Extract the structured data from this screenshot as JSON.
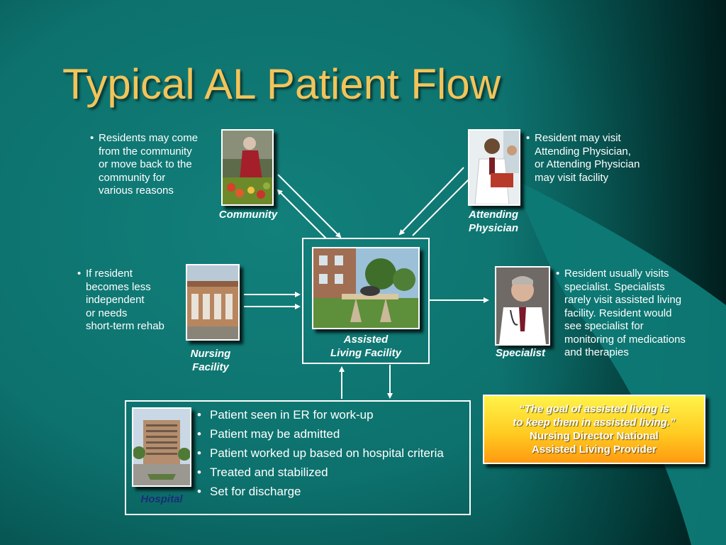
{
  "slide": {
    "title": "Typical AL Patient Flow",
    "colors": {
      "background": "#0e7a76",
      "title": "#f2c45a",
      "text": "#ffffff",
      "hospital_label": "#1a2e7a",
      "quote_gradient_top": "#fff34a",
      "quote_gradient_bottom": "#ff9a10"
    }
  },
  "community": {
    "caption": "Community",
    "bullet": [
      "Residents may come",
      "from the community",
      "or move back to the",
      "community for",
      "various reasons"
    ]
  },
  "physician": {
    "caption_line1": "Attending",
    "caption_line2": "Physician",
    "bullet": [
      "Resident may visit",
      "Attending Physician,",
      "or Attending Physician",
      "may visit facility"
    ]
  },
  "nursing": {
    "caption_line1": "Nursing",
    "caption_line2": "Facility",
    "bullet": [
      "If resident",
      "becomes less",
      "independent",
      "or needs",
      "short-term rehab"
    ]
  },
  "facility": {
    "caption_line1": "Assisted",
    "caption_line2": "Living Facility"
  },
  "specialist": {
    "caption": "Specialist",
    "bullet": [
      "Resident usually visits",
      "specialist. Specialists",
      "rarely visit assisted living",
      "facility. Resident would",
      "see specialist for",
      "monitoring of medications",
      "and therapies"
    ]
  },
  "hospital": {
    "caption": "Hospital",
    "items": [
      "Patient seen in ER for work-up",
      "Patient may be admitted",
      "Patient worked up based on hospital criteria",
      "Treated and stabilized",
      "Set for discharge"
    ]
  },
  "quote": {
    "line1": "“The goal of assisted living is",
    "line2": "to keep them in assisted living.”",
    "line3": "Nursing Director National",
    "line4": "Assisted Living Provider"
  },
  "bullet_char": "•"
}
